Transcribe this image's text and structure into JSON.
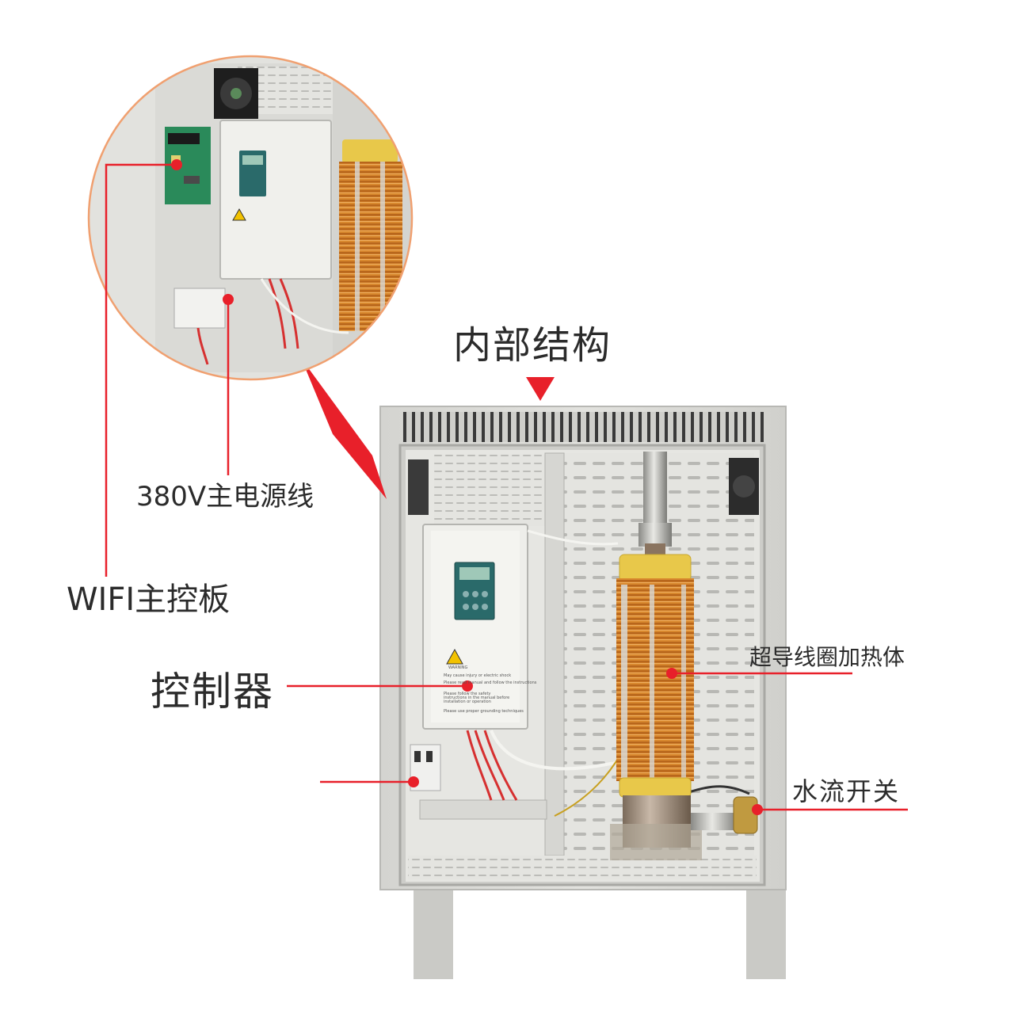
{
  "title": "内部结构",
  "labels": {
    "main_power_line": "380V主电源线",
    "wifi_board": "WIFI主控板",
    "controller": "控制器",
    "coil_heater": "超导线圈加热体",
    "water_switch": "水流开关"
  },
  "controller_panel": {
    "warning_heading": "WARNING",
    "warning_lines": [
      "May cause injury or electric shock",
      "Please read manual and follow the instructions",
      "Please follow the safety instructions in the manual before installation or operation",
      "Please use proper grounding techniques"
    ]
  },
  "colors": {
    "callout_red": "#e8202a",
    "magnifier_ring": "#f0a070",
    "cabinet_body": "#dcdcd8",
    "coil_copper": "#d8882e",
    "coil_tape": "#e8c84a",
    "controller_display": "#2a6a6a",
    "text": "#2b2b2b"
  },
  "icons": {
    "title_pointer": "triangle-down-icon",
    "callout_dot": "red-dot-icon",
    "warning_sign": "warning-triangle-icon",
    "cooling_fan": "fan-icon"
  }
}
